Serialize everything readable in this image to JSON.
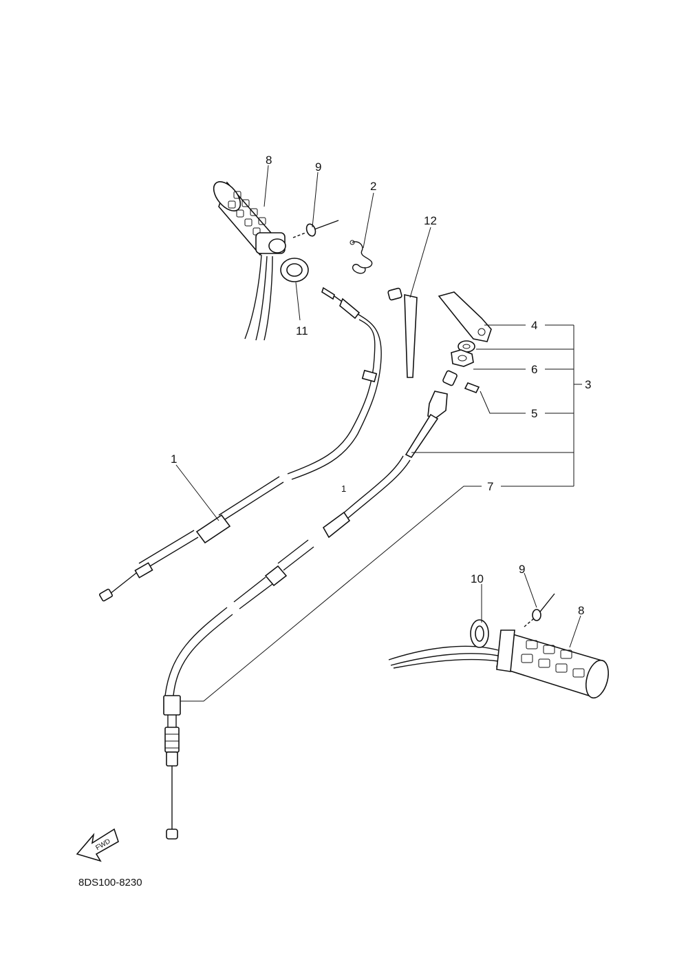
{
  "diagram": {
    "code": "8DS100-8230",
    "fwd_label": "FWD",
    "callouts": {
      "c1a": "1",
      "c1b": "1",
      "c2": "2",
      "c3": "3",
      "c4": "4",
      "c5": "5",
      "c6": "6",
      "c7": "7",
      "c8a": "8",
      "c8b": "8",
      "c9a": "9",
      "c9b": "9",
      "c10": "10",
      "c11": "11",
      "c12": "12"
    }
  }
}
